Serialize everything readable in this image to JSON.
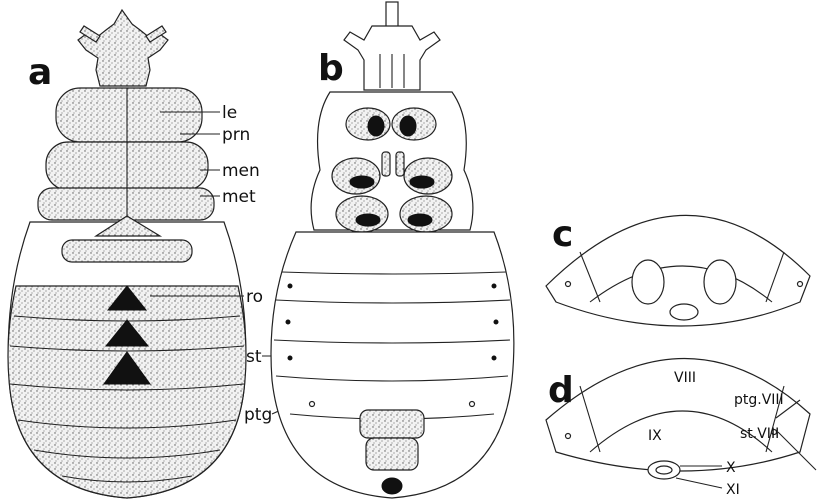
{
  "panels": {
    "a": "a",
    "b": "b",
    "c": "c",
    "d": "d"
  },
  "labels": {
    "le": "le",
    "prn": "prn",
    "men": "men",
    "met": "met",
    "ro": "ro",
    "st": "st",
    "ptg": "ptg",
    "viii": "VIII",
    "ix": "IX",
    "ptg_viii": "ptg.VIII",
    "st_viii": "st.VIII",
    "x": "X",
    "xi": "XI"
  }
}
